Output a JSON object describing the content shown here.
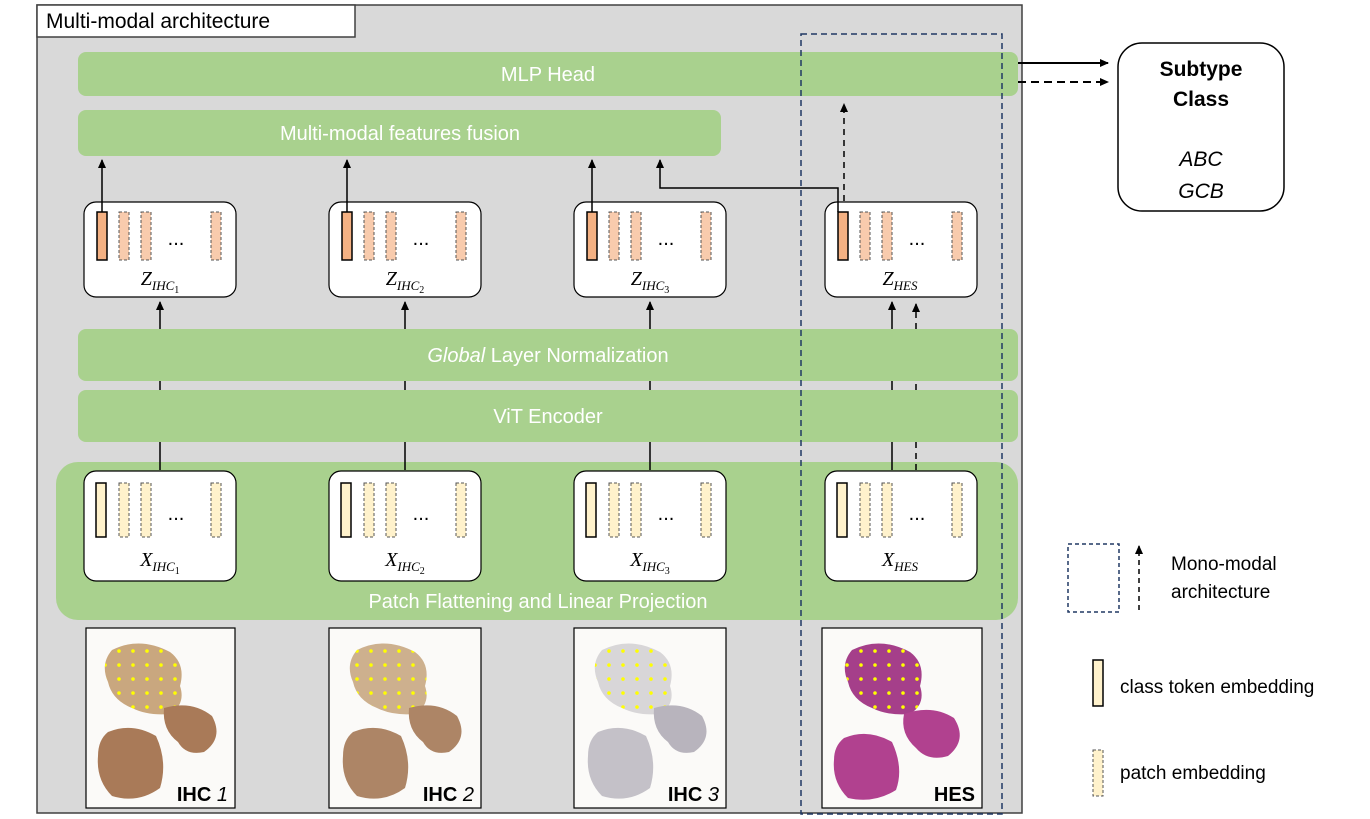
{
  "title": "Multi-modal architecture",
  "blocks": {
    "mlp_head": "MLP Head",
    "fusion": "Multi-modal features fusion",
    "layer_norm_italic": "Global",
    "layer_norm_rest": " Layer Normalization",
    "vit_encoder": "ViT Encoder",
    "patch_projection": "Patch Flattening and Linear Projection"
  },
  "z_labels": [
    {
      "main": "Z",
      "sub": "IHC",
      "subsub": "1"
    },
    {
      "main": "Z",
      "sub": "IHC",
      "subsub": "2"
    },
    {
      "main": "Z",
      "sub": "IHC",
      "subsub": "3"
    },
    {
      "main": "Z",
      "sub": "HES",
      "subsub": ""
    }
  ],
  "x_labels": [
    {
      "main": "X",
      "sub": "IHC",
      "subsub": "1"
    },
    {
      "main": "X",
      "sub": "IHC",
      "subsub": "2"
    },
    {
      "main": "X",
      "sub": "IHC",
      "subsub": "3"
    },
    {
      "main": "X",
      "sub": "HES",
      "subsub": ""
    }
  ],
  "ellipsis": "...",
  "slides": [
    {
      "bold": "IHC",
      "num": "1"
    },
    {
      "bold": "IHC",
      "num": "2"
    },
    {
      "bold": "IHC",
      "num": "3"
    },
    {
      "bold": "HES",
      "num": ""
    }
  ],
  "output": {
    "line1": "Subtype",
    "line2": "Class",
    "class1": "ABC",
    "class2": "GCB"
  },
  "legend": {
    "mono_line1": "Mono-modal",
    "mono_line2": "architecture",
    "class_token": "class token embedding",
    "patch": "patch embedding"
  },
  "colors": {
    "panel": "#d9d9d9",
    "green": "#a9d18e",
    "class_token_fill": "#fff2cc",
    "out_token_fill": "#f4b183",
    "dashed_box": "#203864",
    "ihc_tissue": "#a97a58",
    "ihc3_tissue": "#b8b4bd",
    "hes_tissue": "#b1418f",
    "patch_dots": "#ffff00"
  }
}
